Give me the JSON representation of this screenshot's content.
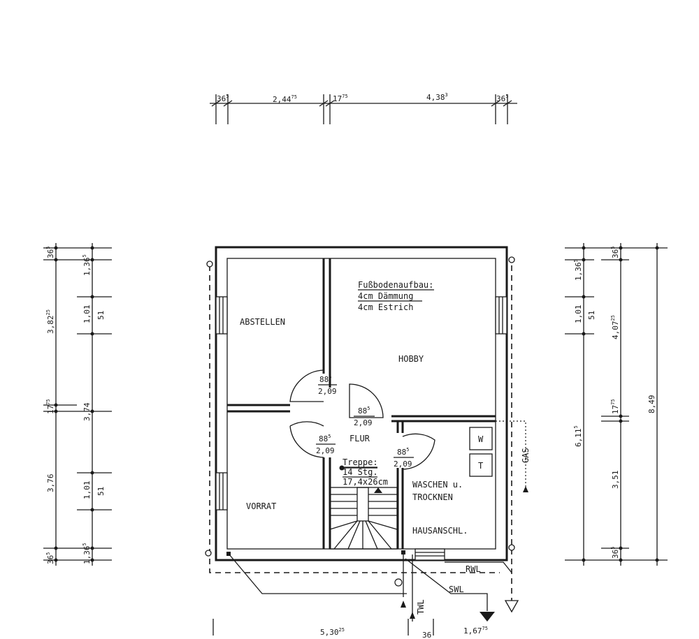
{
  "rooms": {
    "abstellen": "ABSTELLEN",
    "hobby": "HOBBY",
    "vorrat": "VORRAT",
    "flur": "FLUR",
    "waschen_1": "WASCHEN u.",
    "waschen_2": "TROCKNEN",
    "hausanschl": "HAUSANSCHL."
  },
  "floor_note": {
    "title": "Fußbodenaufbau:",
    "line1": "4cm Dämmung",
    "line2": "4cm Estrich"
  },
  "stair": {
    "title": "Treppe:",
    "steps": "14 Stg.",
    "size": "17,4x26cm"
  },
  "doors": {
    "width": "88",
    "width_sup": "5",
    "height": "2,09"
  },
  "appliances": {
    "washer": "W",
    "dryer": "T"
  },
  "utilities": {
    "gas": "GAS",
    "rwl": "RWL",
    "swl": "SWL",
    "twl": "TWL"
  },
  "dims_top": [
    {
      "v": "36",
      "s": "5"
    },
    {
      "v": "2,44",
      "s": "75"
    },
    {
      "v": "17",
      "s": "75"
    },
    {
      "v": "4,38",
      "s": "3"
    },
    {
      "v": "36",
      "s": "5"
    }
  ],
  "dims_left_outer": [
    {
      "v": "36",
      "s": "5"
    },
    {
      "v": "3,82",
      "s": "25"
    },
    {
      "v": "17",
      "s": "75"
    },
    {
      "v": "3,76",
      "s": ""
    },
    {
      "v": "36",
      "s": "5"
    }
  ],
  "dims_left_inner": [
    {
      "v": "1,36",
      "s": "5"
    },
    {
      "v": "1,01",
      "s": ""
    },
    {
      "v": "51",
      "s": ""
    },
    {
      "v": "3,74",
      "s": ""
    },
    {
      "v": "1,01",
      "s": ""
    },
    {
      "v": "51",
      "s": ""
    },
    {
      "v": "1,36",
      "s": "5"
    }
  ],
  "dims_right_inner": [
    {
      "v": "1,36",
      "s": "5"
    },
    {
      "v": "1,01",
      "s": ""
    },
    {
      "v": "51",
      "s": ""
    },
    {
      "v": "6,11",
      "s": "5"
    }
  ],
  "dims_right_outer": [
    {
      "v": "36",
      "s": "5"
    },
    {
      "v": "4,07",
      "s": "25"
    },
    {
      "v": "17",
      "s": "75"
    },
    {
      "v": "3,51",
      "s": ""
    },
    {
      "v": "36",
      "s": "5"
    },
    {
      "v": "8,49",
      "s": ""
    }
  ],
  "dims_bottom": [
    {
      "v": "5,30",
      "s": "25"
    },
    {
      "v": "36",
      "s": ""
    },
    {
      "v": "1,67",
      "s": "75"
    }
  ]
}
